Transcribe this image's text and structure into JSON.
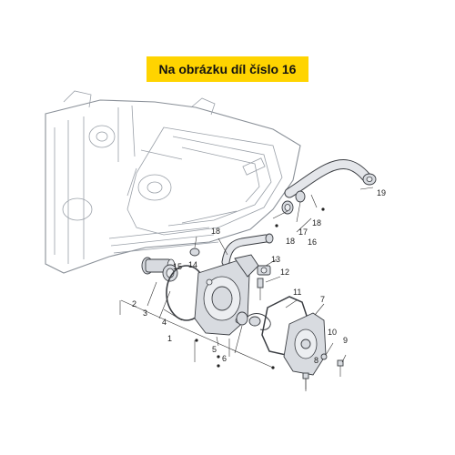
{
  "banner": {
    "text": "Na obrázku díl číslo 16"
  },
  "callouts": [
    "1",
    "2",
    "3",
    "4",
    "5",
    "6",
    "7",
    "8",
    "9",
    "10",
    "11",
    "12",
    "13",
    "14",
    "15",
    "16",
    "17",
    "18",
    "18",
    "18",
    "19"
  ],
  "colors": {
    "banner_bg": "#ffd400",
    "line": "#333333",
    "engine": "#9aa0a8"
  }
}
